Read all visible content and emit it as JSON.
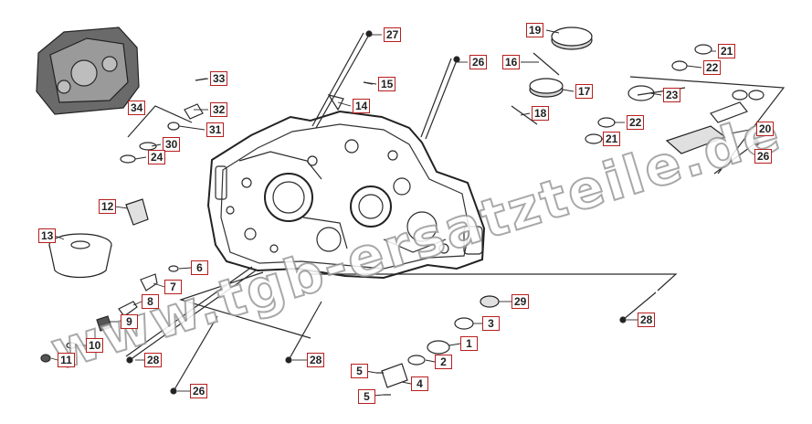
{
  "diagram": {
    "watermark_text": "www.tgb-ersatzteile.de",
    "colors": {
      "line": "#2a2a2a",
      "label_border": "#b81e1e",
      "watermark_outline": "#9a9a9a"
    },
    "callouts": [
      {
        "id": "c27",
        "text": "27"
      },
      {
        "id": "c26a",
        "text": "26"
      },
      {
        "id": "c33",
        "text": "33"
      },
      {
        "id": "c15",
        "text": "15"
      },
      {
        "id": "c34",
        "text": "34"
      },
      {
        "id": "c32",
        "text": "32"
      },
      {
        "id": "c14",
        "text": "14"
      },
      {
        "id": "c31",
        "text": "31"
      },
      {
        "id": "c30",
        "text": "30"
      },
      {
        "id": "c24",
        "text": "24"
      },
      {
        "id": "c19",
        "text": "19"
      },
      {
        "id": "c16",
        "text": "16"
      },
      {
        "id": "c17",
        "text": "17"
      },
      {
        "id": "c18",
        "text": "18"
      },
      {
        "id": "c21a",
        "text": "21"
      },
      {
        "id": "c22a",
        "text": "22"
      },
      {
        "id": "c23",
        "text": "23"
      },
      {
        "id": "c22b",
        "text": "22"
      },
      {
        "id": "c21b",
        "text": "21"
      },
      {
        "id": "c20",
        "text": "20"
      },
      {
        "id": "c26b",
        "text": "26"
      },
      {
        "id": "c12",
        "text": "12"
      },
      {
        "id": "c13",
        "text": "13"
      },
      {
        "id": "c6",
        "text": "6"
      },
      {
        "id": "c7",
        "text": "7"
      },
      {
        "id": "c8",
        "text": "8"
      },
      {
        "id": "c9",
        "text": "9"
      },
      {
        "id": "c10",
        "text": "10"
      },
      {
        "id": "c11",
        "text": "11"
      },
      {
        "id": "c28a",
        "text": "28"
      },
      {
        "id": "c28b",
        "text": "28"
      },
      {
        "id": "c26c",
        "text": "26"
      },
      {
        "id": "c29",
        "text": "29"
      },
      {
        "id": "c3",
        "text": "3"
      },
      {
        "id": "c1",
        "text": "1"
      },
      {
        "id": "c2",
        "text": "2"
      },
      {
        "id": "c5a",
        "text": "5"
      },
      {
        "id": "c4",
        "text": "4"
      },
      {
        "id": "c5b",
        "text": "5"
      },
      {
        "id": "c28c",
        "text": "28"
      }
    ]
  }
}
